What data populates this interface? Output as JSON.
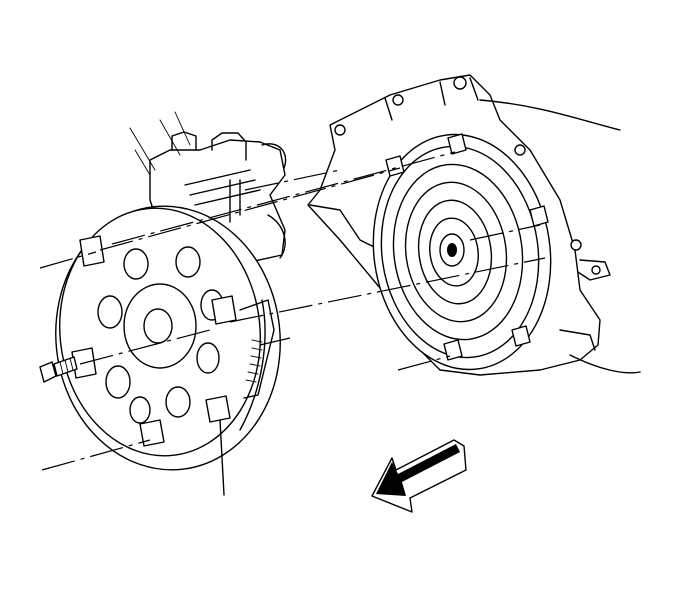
{
  "diagram": {
    "components": [
      "engine-block",
      "flywheel",
      "torque-converter",
      "transmission-housing",
      "bolt",
      "direction-arrow"
    ],
    "flywheel_bolt_holes": 8,
    "torque_converter_studs": 4,
    "direction_arrow_icon": "arrow-down-left-icon"
  }
}
